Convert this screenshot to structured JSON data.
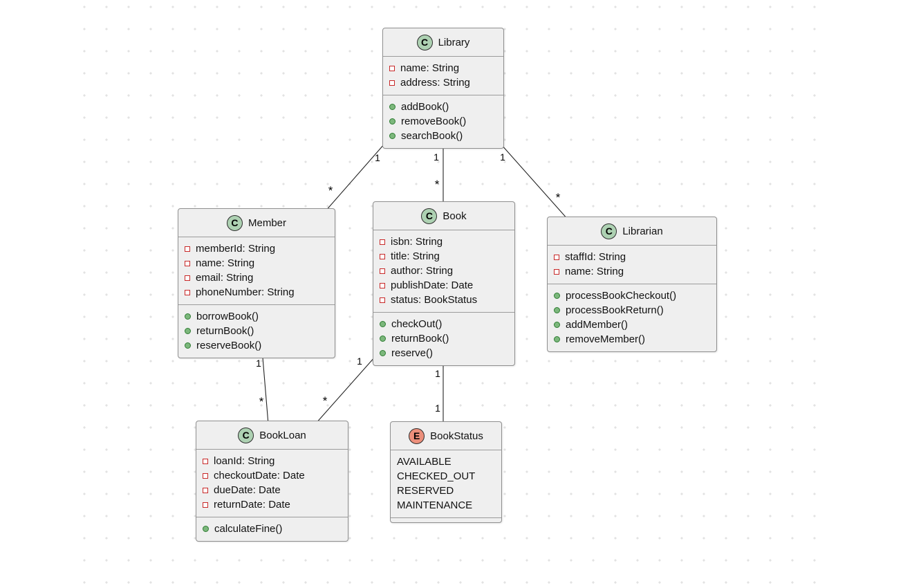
{
  "canvas": {
    "background_color": "#ffffff",
    "dot_color": "#e2e2e2"
  },
  "colors": {
    "box_fill": "#efefef",
    "box_border": "#8f8f8f",
    "class_spot_fill": "#add1b2",
    "enum_spot_fill": "#ec8f7b",
    "field_icon_border": "#c82828",
    "method_icon_fill": "#7cb77c",
    "method_icon_border": "#2e7d32",
    "edge_color": "#222222"
  },
  "classes": [
    {
      "name": "Library",
      "stereotype": "C",
      "kind": "class",
      "attributes": [
        "name: String",
        "address: String"
      ],
      "methods": [
        "addBook()",
        "removeBook()",
        "searchBook()"
      ]
    },
    {
      "name": "Member",
      "stereotype": "C",
      "kind": "class",
      "attributes": [
        "memberId: String",
        "name: String",
        "email: String",
        "phoneNumber: String"
      ],
      "methods": [
        "borrowBook()",
        "returnBook()",
        "reserveBook()"
      ]
    },
    {
      "name": "Book",
      "stereotype": "C",
      "kind": "class",
      "attributes": [
        "isbn: String",
        "title: String",
        "author: String",
        "publishDate: Date",
        "status: BookStatus"
      ],
      "methods": [
        "checkOut()",
        "returnBook()",
        "reserve()"
      ]
    },
    {
      "name": "Librarian",
      "stereotype": "C",
      "kind": "class",
      "attributes": [
        "staffId: String",
        "name: String"
      ],
      "methods": [
        "processBookCheckout()",
        "processBookReturn()",
        "addMember()",
        "removeMember()"
      ]
    },
    {
      "name": "BookLoan",
      "stereotype": "C",
      "kind": "class",
      "attributes": [
        "loanId: String",
        "checkoutDate: Date",
        "dueDate: Date",
        "returnDate: Date"
      ],
      "methods": [
        "calculateFine()"
      ]
    },
    {
      "name": "BookStatus",
      "stereotype": "E",
      "kind": "enum",
      "values": [
        "AVAILABLE",
        "CHECKED_OUT",
        "RESERVED",
        "MAINTENANCE"
      ]
    }
  ],
  "edges": [
    {
      "from": "Library",
      "to": "Member",
      "from_label": "1",
      "to_label": "*"
    },
    {
      "from": "Library",
      "to": "Book",
      "from_label": "1",
      "to_label": "*"
    },
    {
      "from": "Library",
      "to": "Librarian",
      "from_label": "1",
      "to_label": "*"
    },
    {
      "from": "Member",
      "to": "BookLoan",
      "from_label": "1",
      "to_label": "*"
    },
    {
      "from": "Book",
      "to": "BookLoan",
      "from_label": "1",
      "to_label": "*"
    },
    {
      "from": "Book",
      "to": "BookStatus",
      "from_label": "1",
      "to_label": "1"
    }
  ]
}
